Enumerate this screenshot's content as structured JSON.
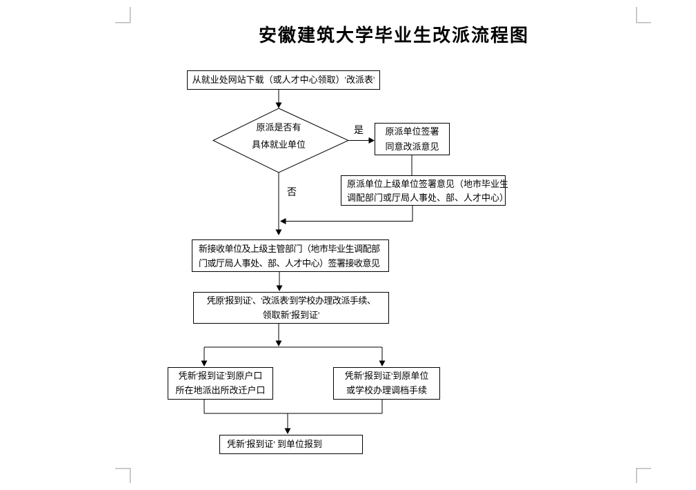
{
  "title": "安徽建筑大学毕业生改派流程图",
  "labels": {
    "yes": "是",
    "no": "否"
  },
  "nodes": {
    "start": "从就业处网站下载（或人才中心领取）'改派表'",
    "decision": [
      "原派是否有",
      "具体就业单位"
    ],
    "original_unit_sign": [
      "原派单位签署",
      "同意改派意见"
    ],
    "superior_unit_sign": [
      "原派单位上级单位签署意见（地市毕业生",
      "调配部门或厅局人事处、部、人才中心）"
    ],
    "new_unit_accept": [
      "新接收单位及上级主管部门（地市毕业生调配部",
      "门或厅局人事处、部、人才中心）签署接收意见"
    ],
    "school_procedure": [
      "凭原'报到证'、'改派表'到学校办理改派手续、",
      "领取新'报到证'"
    ],
    "hukou_transfer": [
      "凭新'报到证'到原户口",
      "所在地派出所改迁户口"
    ],
    "archive_transfer": [
      "凭新'报到证'到原单位",
      "或学校办理调档手续"
    ],
    "report_to_unit": "凭新'报到证' 到单位报到"
  }
}
